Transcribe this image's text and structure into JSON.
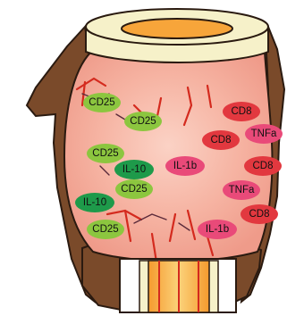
{
  "diagram": {
    "left_cluster": {
      "markers": [
        {
          "label": "CD25",
          "color": "#8cc63f"
        },
        {
          "label": "CD25",
          "color": "#8cc63f"
        },
        {
          "label": "CD25",
          "color": "#8cc63f"
        },
        {
          "label": "IL-10",
          "color": "#1e9a4a"
        },
        {
          "label": "CD25",
          "color": "#8cc63f"
        },
        {
          "label": "IL-10",
          "color": "#1e9a4a"
        },
        {
          "label": "CD25",
          "color": "#8cc63f"
        }
      ]
    },
    "right_cluster": {
      "markers": [
        {
          "label": "CD8",
          "color": "#e2383f"
        },
        {
          "label": "CD8",
          "color": "#e2383f"
        },
        {
          "label": "TNFa",
          "color": "#e94a79"
        },
        {
          "label": "IL-1b",
          "color": "#e94a79"
        },
        {
          "label": "CD8",
          "color": "#e2383f"
        },
        {
          "label": "TNFa",
          "color": "#e94a79"
        },
        {
          "label": "CD8",
          "color": "#e2383f"
        },
        {
          "label": "IL-1b",
          "color": "#e94a79"
        }
      ]
    },
    "colors": {
      "vessel_tissue": "#f7b7a8",
      "cuff": "#f6f1c9",
      "lumen": "#f7b24a",
      "outer_tissue": "#7a4a2a",
      "vasculature": "#d42a1e"
    }
  }
}
